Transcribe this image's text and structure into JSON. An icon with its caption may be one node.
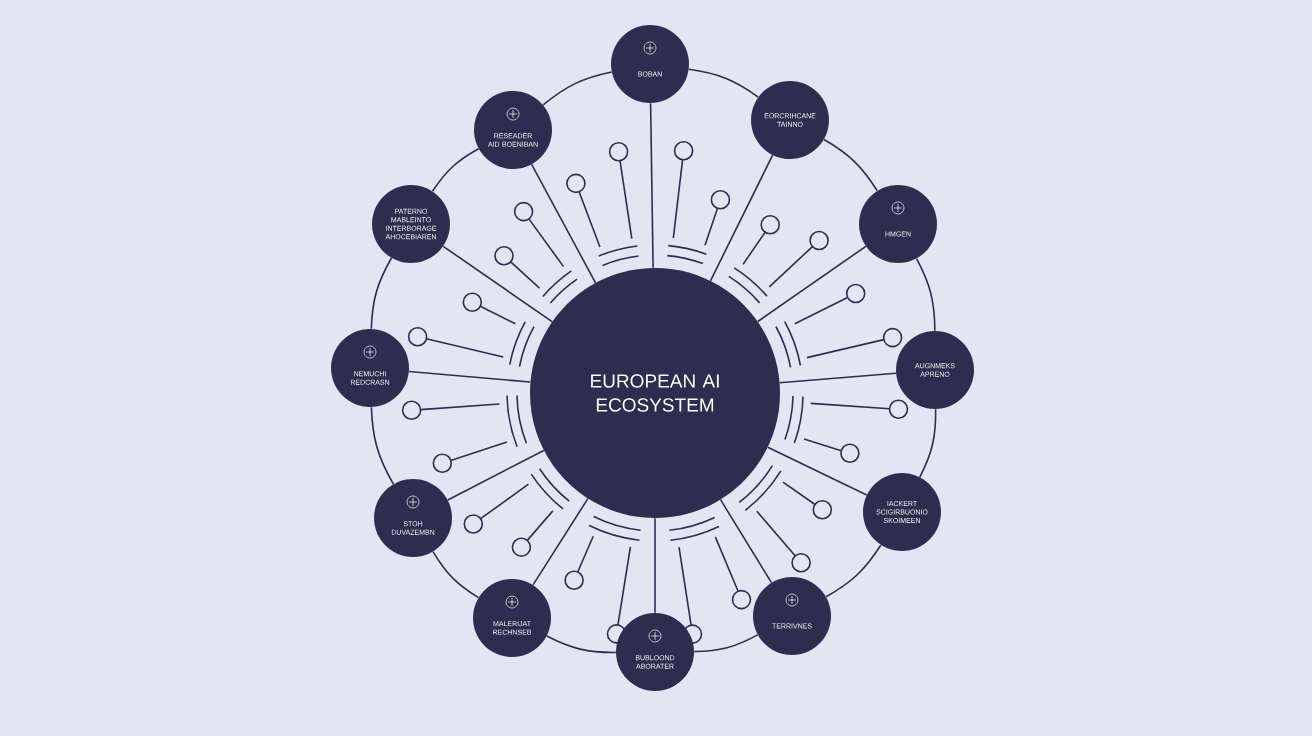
{
  "diagram": {
    "nodes": [
      {
        "text": [
          "EUROPEAN AI ECOSYSTEM"
        ]
      },
      {
        "text": [
          "BOBAN"
        ]
      },
      {
        "text": [
          "RESEADER AID BOENIBAN"
        ]
      },
      {
        "text": [
          "EORCRIHCANE TAINNO"
        ]
      },
      {
        "text": [
          "PATERNO MABLEINTO INTERBORAGE AHOCEBIAREN"
        ]
      },
      {
        "text": [
          "HMGEN"
        ]
      },
      {
        "text": [
          "NEMUCHI REDCRASN"
        ]
      },
      {
        "text": [
          "AUGNMEKS APRENO"
        ]
      },
      {
        "text": [
          "STOH DUVAZEMBN"
        ]
      },
      {
        "text": [
          "IACKERT SCIGIRBUONIO SKOIMEEN"
        ]
      },
      {
        "text": [
          "MALERIJAT RECHNSEB"
        ]
      },
      {
        "text": [
          "TERRIVNES"
        ]
      },
      {
        "text": [
          "BUBLOOND ABORATER"
        ]
      }
    ],
    "edges": [
      {
        "from": 0,
        "to": 1,
        "arrow": "none"
      },
      {
        "from": 0,
        "to": 2,
        "arrow": "none"
      },
      {
        "from": 0,
        "to": 3,
        "arrow": "none"
      },
      {
        "from": 0,
        "to": 4,
        "arrow": "none"
      },
      {
        "from": 0,
        "to": 5,
        "arrow": "none"
      },
      {
        "from": 0,
        "to": 6,
        "arrow": "none"
      },
      {
        "from": 0,
        "to": 7,
        "arrow": "none"
      },
      {
        "from": 0,
        "to": 8,
        "arrow": "none"
      },
      {
        "from": 0,
        "to": 9,
        "arrow": "none"
      },
      {
        "from": 0,
        "to": 10,
        "arrow": "none"
      },
      {
        "from": 0,
        "to": 11,
        "arrow": "none"
      },
      {
        "from": 0,
        "to": 12,
        "arrow": "none"
      },
      {
        "from": 1,
        "to": 3,
        "arrow": "none"
      },
      {
        "from": 3,
        "to": 5,
        "arrow": "none"
      },
      {
        "from": 5,
        "to": 7,
        "arrow": "none"
      },
      {
        "from": 7,
        "to": 9,
        "arrow": "none"
      },
      {
        "from": 9,
        "to": 11,
        "arrow": "none"
      },
      {
        "from": 11,
        "to": 12,
        "arrow": "none"
      },
      {
        "from": 12,
        "to": 10,
        "arrow": "none"
      },
      {
        "from": 10,
        "to": 8,
        "arrow": "none"
      },
      {
        "from": 8,
        "to": 6,
        "arrow": "none"
      },
      {
        "from": 6,
        "to": 4,
        "arrow": "none"
      },
      {
        "from": 4,
        "to": 2,
        "arrow": "none"
      },
      {
        "from": 2,
        "to": 1,
        "arrow": "none"
      }
    ]
  }
}
